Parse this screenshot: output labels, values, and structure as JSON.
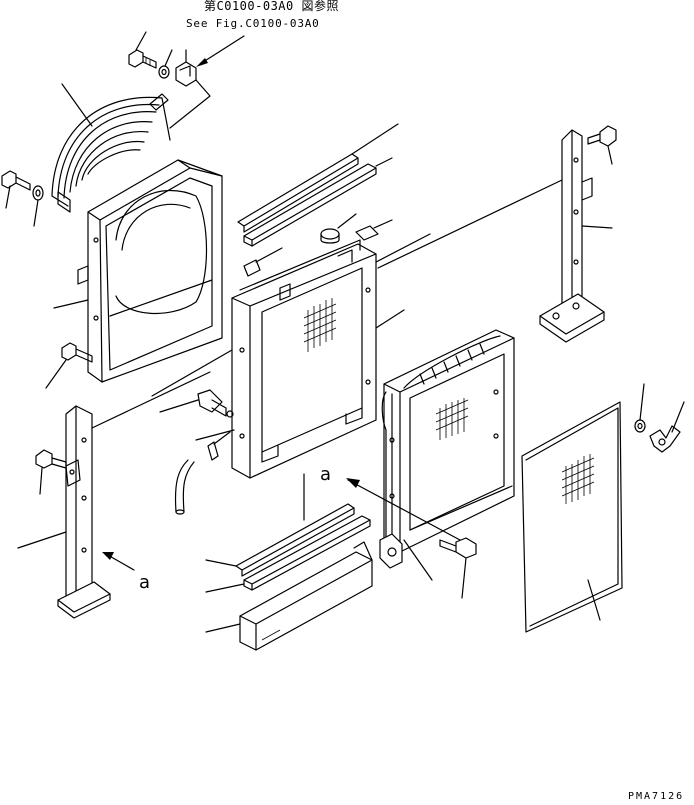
{
  "header": {
    "reference_jp": "第C0100-03A0 図参照",
    "reference_en": "See Fig.C0100-03A0"
  },
  "callouts": {
    "view_marker_1": "a",
    "view_marker_2": "a"
  },
  "footer": {
    "drawing_number": "PMA7126"
  }
}
